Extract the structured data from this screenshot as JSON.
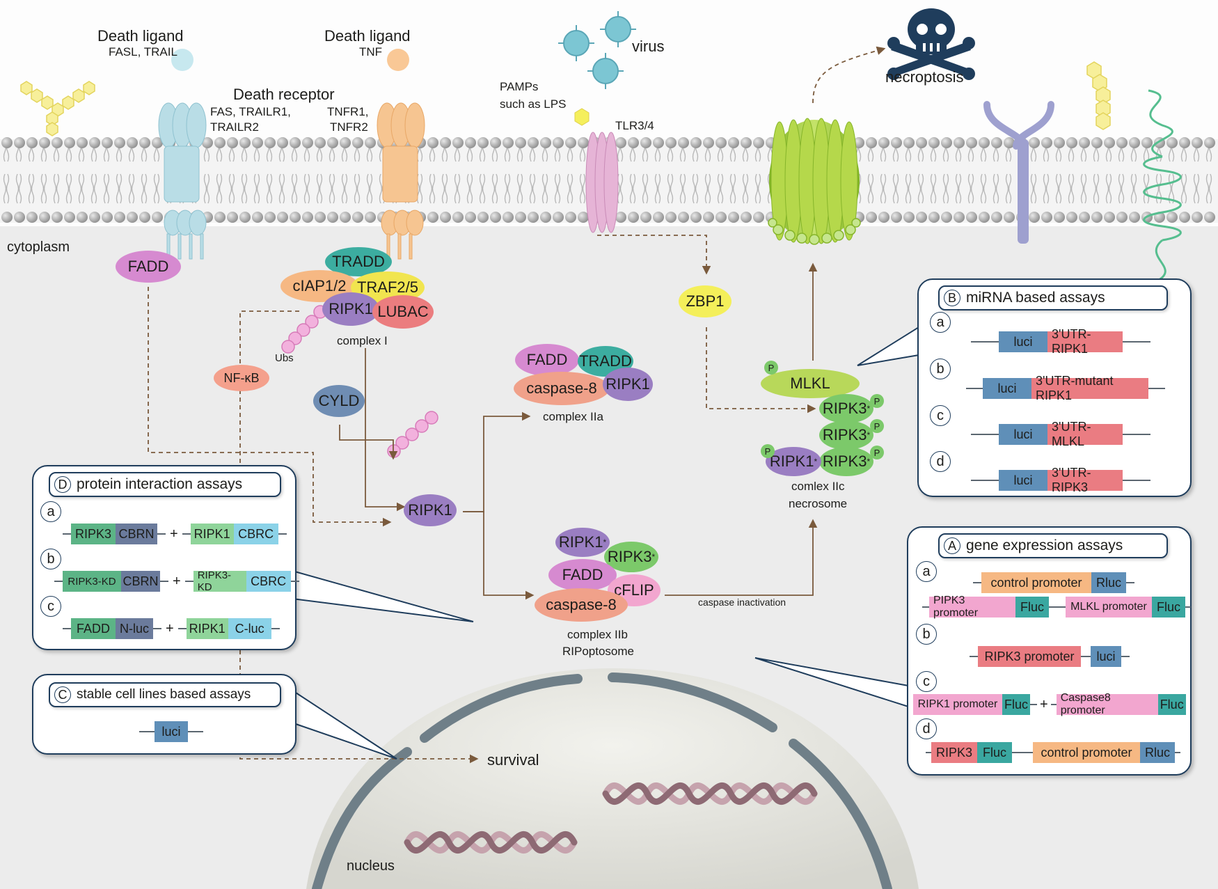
{
  "labels": {
    "death_ligand_1": "Death ligand",
    "death_ligand_1_sub": "FASL, TRAIL",
    "death_ligand_2": "Death ligand",
    "death_ligand_2_sub": "TNF",
    "virus": "virus",
    "necroptosis": "necroptosis",
    "death_receptor": "Death receptor",
    "receptor_fas": "FAS, TRAILR1,",
    "receptor_fas_2": "TRAILR2",
    "receptor_tnf": "TNFR1,",
    "receptor_tnf_2": "TNFR2",
    "pamps": "PAMPs",
    "pamps_2": "such as LPS",
    "tlr": "TLR3/4",
    "cytoplasm": "cytoplasm",
    "ubs": "Ubs",
    "complex_1": "complex I",
    "complex_2a": "complex IIa",
    "complex_2b": "complex IIb",
    "ripoptosome": "RIPoptosome",
    "complex_2c": "comlex IIc",
    "necrosome": "necrosome",
    "caspase_inactivation": "caspase inactivation",
    "survival": "survival",
    "nucleus": "nucleus"
  },
  "proteins": {
    "fadd_top": "FADD",
    "tradd": "TRADD",
    "ciap": "cIAP1/2",
    "traf": "TRAF2/5",
    "ripk1_c1": "RIPK1",
    "lubac": "LUBAC",
    "nfkb": "NF-κB",
    "cyld": "CYLD",
    "zbp1": "ZBP1",
    "fadd_2a": "FADD",
    "tradd_2a": "TRADD",
    "casp8_2a": "caspase-8",
    "ripk1_2a": "RIPK1",
    "ripk1_center": "RIPK1",
    "ripk1_2b": "RIPK1",
    "ripk3_2b": "RIPK3",
    "fadd_2b": "FADD",
    "cflip": "cFLIP",
    "casp8_2b": "caspase-8",
    "mlkl": "MLKL",
    "ripk3_a": "RIPK3",
    "ripk3_b": "RIPK3",
    "ripk3_c": "RIPK3",
    "ripk1_nec": "RIPK1",
    "star": "*",
    "p": "P"
  },
  "panel_B": {
    "letter": "B",
    "title": "miRNA based assays",
    "rows": [
      {
        "id": "a",
        "parts": [
          "luci",
          "3'UTR-RIPK1"
        ]
      },
      {
        "id": "b",
        "parts": [
          "luci",
          "3'UTR-mutant RIPK1"
        ]
      },
      {
        "id": "c",
        "parts": [
          "luci",
          "3'UTR-MLKL"
        ]
      },
      {
        "id": "d",
        "parts": [
          "luci",
          "3'UTR-RIPK3"
        ]
      }
    ]
  },
  "panel_D": {
    "letter": "D",
    "title": "protein interaction assays",
    "rows": [
      {
        "id": "a",
        "left": [
          "RIPK3",
          "CBRN"
        ],
        "right": [
          "RIPK1",
          "CBRC"
        ]
      },
      {
        "id": "b",
        "left": [
          "RIPK3-KD",
          "CBRN"
        ],
        "right": [
          "RIPK3-KD",
          "CBRC"
        ]
      },
      {
        "id": "c",
        "left": [
          "FADD",
          "N-luc"
        ],
        "right": [
          "RIPK1",
          "C-luc"
        ]
      }
    ],
    "plus": "+"
  },
  "panel_C": {
    "letter": "C",
    "title": "stable cell lines based assays",
    "construct": "luci"
  },
  "panel_A": {
    "letter": "A",
    "title": "gene expression assays",
    "row_a1": [
      "control promoter",
      "Rluc"
    ],
    "row_a2_left": [
      "PIPK3 promoter",
      "Fluc"
    ],
    "row_a2_right": [
      "MLKL promoter",
      "Fluc"
    ],
    "row_b": [
      "RIPK3 promoter",
      "luci"
    ],
    "row_c_left": [
      "RIPK1 promoter",
      "Fluc"
    ],
    "row_c_right": [
      "Caspase8 promoter",
      "Fluc"
    ],
    "row_d_left": [
      "RIPK3",
      "Fluc"
    ],
    "row_d_right": [
      "control promoter",
      "Rluc"
    ],
    "ids": [
      "a",
      "b",
      "c",
      "d"
    ],
    "plus": "+"
  },
  "colors": {
    "membrane_head": "#a8a8a8",
    "fas_receptor": "#b9dde6",
    "tnf_receptor": "#f6c591",
    "tlr": "#e2a9d1",
    "mlkl_pore": "#a6cf3a",
    "panel_border": "#1f3d5c",
    "arrow": "#7a5a3c",
    "luci": "#5f8fb8",
    "utr": "#ea7c82",
    "fluc": "#3aa7a0",
    "green_box": "#5cb486",
    "slate_box": "#6b7b9c",
    "cyan_box": "#8bd2e8",
    "pink_promoter": "#f2a6cf",
    "orange_promoter": "#f6b883"
  }
}
